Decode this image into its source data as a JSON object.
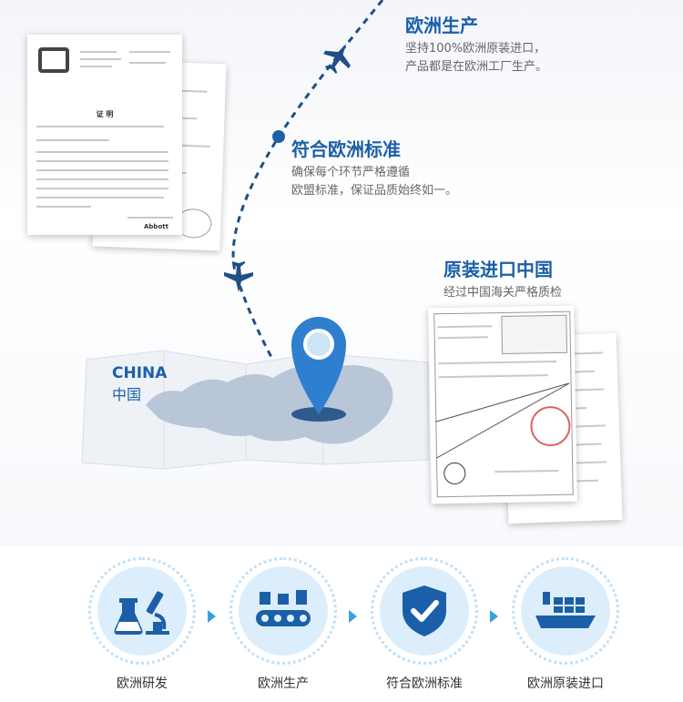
{
  "sections": [
    {
      "title": "欧洲生产",
      "lines": [
        "坚持100%欧洲原装进口，",
        "产品都是在欧洲工厂生产。"
      ]
    },
    {
      "title": "符合欧洲标准",
      "lines": [
        "确保每个环节严格遵循",
        "欧盟标准，保证品质始终如一。"
      ]
    },
    {
      "title": "原装进口中国",
      "lines": [
        "经过中国海关严格质检"
      ]
    }
  ],
  "certificate": {
    "title": "证 明",
    "brand": "Abbott"
  },
  "map": {
    "label_en": "CHINA",
    "label_zh": "中国"
  },
  "steps": [
    {
      "label": "欧洲研发",
      "icon": "lab-microscope-icon"
    },
    {
      "label": "欧洲生产",
      "icon": "factory-conveyor-icon"
    },
    {
      "label": "符合欧洲标准",
      "icon": "shield-check-icon"
    },
    {
      "label": "欧洲原装进口",
      "icon": "cargo-ship-icon"
    }
  ],
  "colors": {
    "accent": "#1b5fa8",
    "light": "#dceefb",
    "arrow": "#3aa0e0"
  }
}
